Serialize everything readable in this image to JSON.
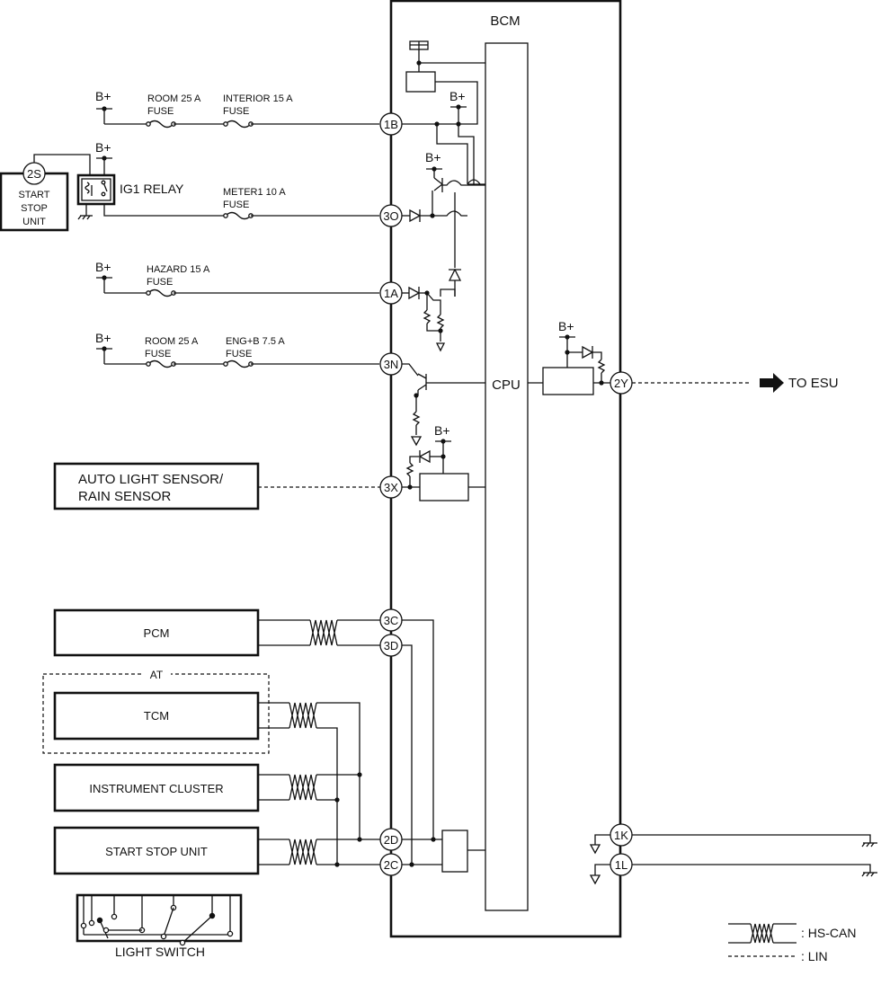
{
  "bcm": {
    "title": "BCM",
    "cpu": "CPU"
  },
  "supply": "B+",
  "fuses": {
    "room": "ROOM 25 A",
    "interior": "INTERIOR 15 A",
    "meter1": "METER1 10 A",
    "hazard": "HAZARD 15 A",
    "engb": "ENG+B 7.5 A",
    "fuse_word": "FUSE"
  },
  "relay": {
    "label": "IG1 RELAY"
  },
  "start_stop_unit_small": {
    "line1": "START",
    "line2": "STOP",
    "line3": "UNIT"
  },
  "terminals": {
    "t1b": "1B",
    "t3o": "3O",
    "t1a": "1A",
    "t3n": "3N",
    "t3x": "3X",
    "t3c": "3C",
    "t3d": "3D",
    "t2d": "2D",
    "t2c": "2C",
    "t2y": "2Y",
    "t1k": "1K",
    "t1l": "1L",
    "t2s": "2S"
  },
  "modules": {
    "sensor_line1": "AUTO LIGHT SENSOR/",
    "sensor_line2": "RAIN SENSOR",
    "pcm": "PCM",
    "tcm": "TCM",
    "at": "AT",
    "instrument_cluster": "INSTRUMENT CLUSTER",
    "start_stop_unit": "START STOP UNIT",
    "light_switch": "LIGHT SWITCH"
  },
  "esu": "TO ESU",
  "legend": {
    "hs_can": ": HS-CAN",
    "lin": ": LIN"
  }
}
